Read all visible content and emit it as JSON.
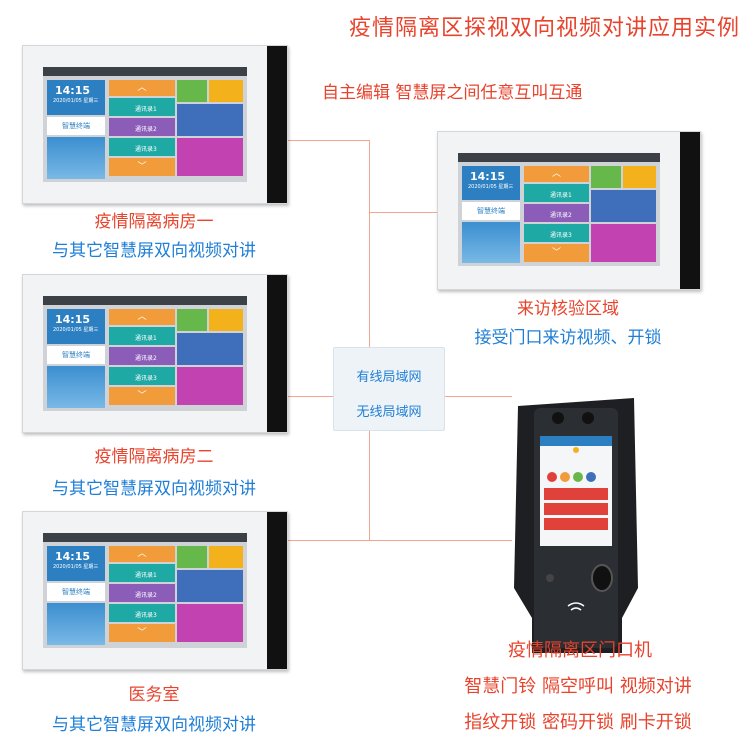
{
  "title": "疫情隔离区探视双向视频对讲应用实例",
  "subtitle": "自主编辑 智慧屏之间任意互叫互通",
  "network": {
    "wired": "有线局域网",
    "wireless": "无线局域网"
  },
  "devices": [
    {
      "name": "疫情隔离病房一",
      "desc": "与其它智慧屏双向视频对讲"
    },
    {
      "name": "疫情隔离病房二",
      "desc": "与其它智慧屏双向视频对讲"
    },
    {
      "name": "医务室",
      "desc": "与其它智慧屏双向视频对讲"
    },
    {
      "name": "来访核验区域",
      "desc": "接受门口来访视频、开锁"
    }
  ],
  "door_station": {
    "name": "疫情隔离区门口机",
    "features_line1": "智慧门铃 隔空呼叫 视频对讲",
    "features_line2": "指纹开锁 密码开锁 刷卡开锁"
  },
  "screen_ui": {
    "time": "14:15",
    "date": "2020/01/05 星期三",
    "app_name": "智慧终端",
    "contact1": "通讯录1",
    "contact2": "通讯录2",
    "contact3": "通讯录3"
  },
  "colors": {
    "red_text": "#e8432d",
    "blue_text": "#1f7fd6",
    "connector": "#f0a68f"
  }
}
